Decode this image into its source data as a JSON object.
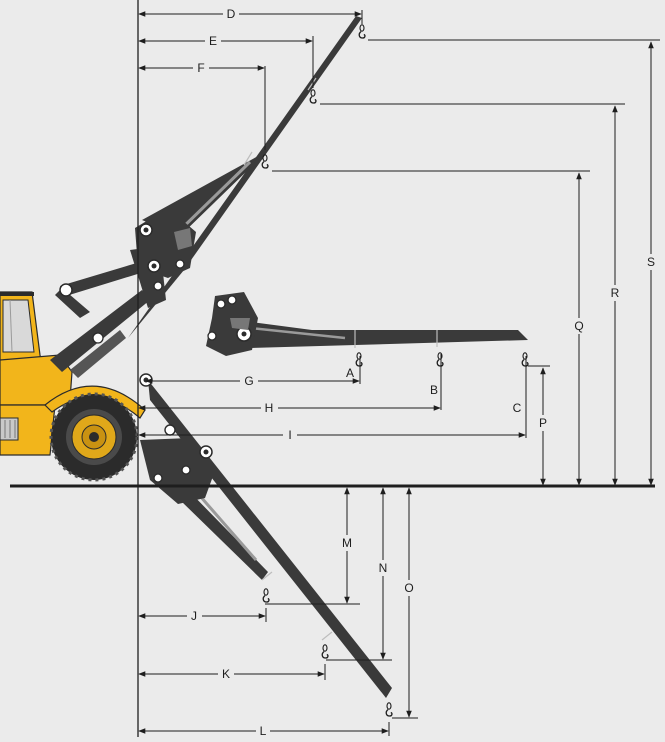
{
  "colors": {
    "background": "#ebebeb",
    "arm": "#3a3a3a",
    "line": "#1e1e1e",
    "loader_body": "#f2b51b",
    "tire": "#2b2b2b",
    "hub": "#e0a81a"
  },
  "dimension_labels": {
    "A": "A",
    "B": "B",
    "C": "C",
    "D": "D",
    "E": "E",
    "F": "F",
    "G": "G",
    "H": "H",
    "I": "I",
    "J": "J",
    "K": "K",
    "L": "L",
    "M": "M",
    "N": "N",
    "O": "O",
    "P": "P",
    "Q": "Q",
    "R": "R",
    "S": "S"
  },
  "icons": {
    "hook": "lifting-hook-icon",
    "loader": "wheel-loader-icon"
  }
}
